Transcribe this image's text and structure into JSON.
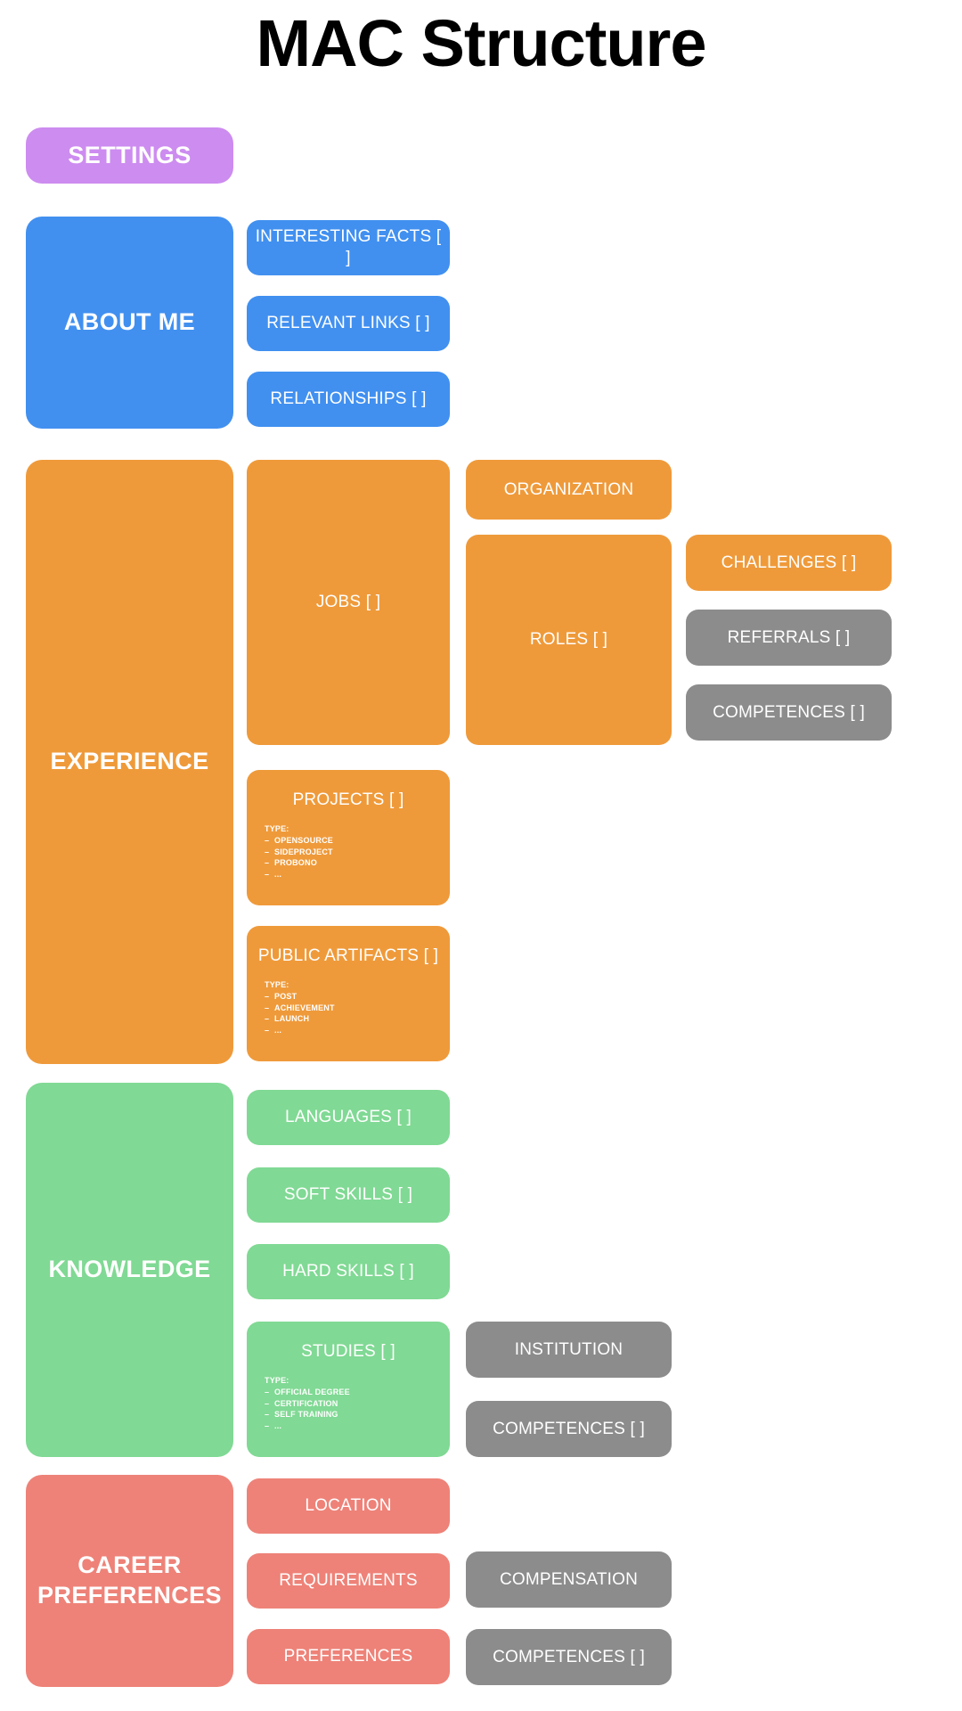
{
  "page": {
    "title": "MAC Structure",
    "background": "#ffffff"
  },
  "colors": {
    "purple": "#cd8cf0",
    "blue": "#4190f0",
    "orange": "#ef9a3a",
    "green": "#80d994",
    "salmon": "#ee8278",
    "gray": "#8c8c8c",
    "text": "#ffffff",
    "title_text": "#000000"
  },
  "type_label": "TYPE:",
  "sections": {
    "settings": {
      "label": "SETTINGS",
      "color": "#cd8cf0"
    },
    "about_me": {
      "label": "ABOUT ME",
      "color": "#4190f0",
      "children": [
        {
          "label": "INTERESTING FACTS [ ]",
          "color": "#4190f0"
        },
        {
          "label": "RELEVANT LINKS [ ]",
          "color": "#4190f0"
        },
        {
          "label": "RELATIONSHIPS [ ]",
          "color": "#4190f0"
        }
      ]
    },
    "experience": {
      "label": "EXPERIENCE",
      "color": "#ef9a3a",
      "jobs": {
        "label": "JOBS [ ]",
        "color": "#ef9a3a"
      },
      "organization": {
        "label": "ORGANIZATION",
        "color": "#ef9a3a"
      },
      "roles": {
        "label": "ROLES [ ]",
        "color": "#ef9a3a"
      },
      "challenges": {
        "label": "CHALLENGES [ ]",
        "color": "#ef9a3a"
      },
      "referrals": {
        "label": "REFERRALS [ ]",
        "color": "#8c8c8c"
      },
      "competences": {
        "label": "COMPETENCES [ ]",
        "color": "#8c8c8c"
      },
      "projects": {
        "label": "PROJECTS [ ]",
        "color": "#ef9a3a",
        "type_label": "TYPE:",
        "types": [
          "OPENSOURCE",
          "SIDEPROJECT",
          "PROBONO",
          "..."
        ]
      },
      "public_artifacts": {
        "label": "PUBLIC ARTIFACTS [ ]",
        "color": "#ef9a3a",
        "type_label": "TYPE:",
        "types": [
          "POST",
          "ACHIEVEMENT",
          "LAUNCH",
          "..."
        ]
      }
    },
    "knowledge": {
      "label": "KNOWLEDGE",
      "color": "#80d994",
      "languages": {
        "label": "LANGUAGES [ ]",
        "color": "#80d994"
      },
      "soft_skills": {
        "label": "SOFT SKILLS [ ]",
        "color": "#80d994"
      },
      "hard_skills": {
        "label": "HARD SKILLS [ ]",
        "color": "#80d994"
      },
      "studies": {
        "label": "STUDIES [ ]",
        "color": "#80d994",
        "type_label": "TYPE:",
        "types": [
          "OFFICIAL DEGREE",
          "CERTIFICATION",
          "SELF TRAINING",
          "..."
        ]
      },
      "institution": {
        "label": "INSTITUTION",
        "color": "#8c8c8c"
      },
      "competences": {
        "label": "COMPETENCES [ ]",
        "color": "#8c8c8c"
      }
    },
    "career_preferences": {
      "label": "CAREER PREFERENCES",
      "color": "#ee8278",
      "location": {
        "label": "LOCATION",
        "color": "#ee8278"
      },
      "requirements": {
        "label": "REQUIREMENTS",
        "color": "#ee8278"
      },
      "preferences": {
        "label": "PREFERENCES",
        "color": "#ee8278"
      },
      "compensation": {
        "label": "COMPENSATION",
        "color": "#8c8c8c"
      },
      "competences": {
        "label": "COMPETENCES [ ]",
        "color": "#8c8c8c"
      }
    }
  }
}
